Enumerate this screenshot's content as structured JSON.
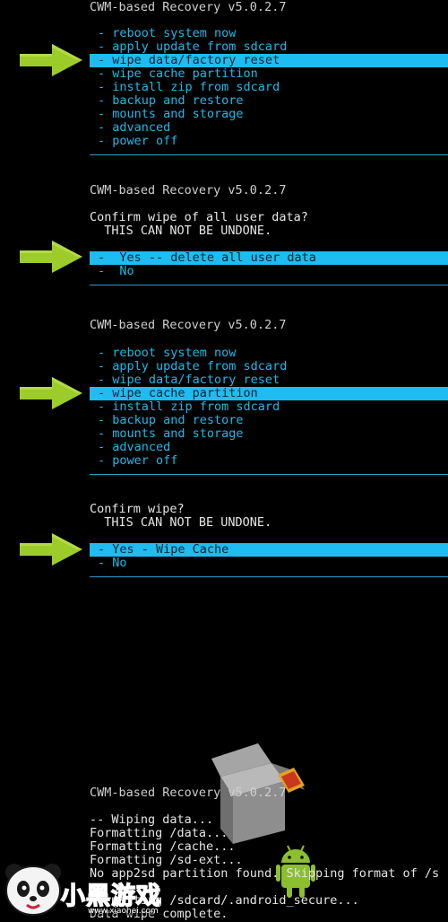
{
  "screen1": {
    "title": "CWM-based Recovery v5.0.2.7",
    "menu": [
      {
        "label": "- reboot system now",
        "selected": false
      },
      {
        "label": "- apply update from sdcard",
        "selected": false
      },
      {
        "label": "- wipe data/factory reset",
        "selected": true
      },
      {
        "label": "- wipe cache partition",
        "selected": false
      },
      {
        "label": "- install zip from sdcard",
        "selected": false
      },
      {
        "label": "- backup and restore",
        "selected": false
      },
      {
        "label": "- mounts and storage",
        "selected": false
      },
      {
        "label": "- advanced",
        "selected": false
      },
      {
        "label": "- power off",
        "selected": false
      }
    ]
  },
  "screen2": {
    "title": "CWM-based Recovery v5.0.2.7",
    "prompt_line1": "Confirm wipe of all user data?",
    "prompt_line2": "  THIS CAN NOT BE UNDONE.",
    "menu": [
      {
        "label": "-  Yes -- delete all user data",
        "selected": true
      },
      {
        "label": "-  No",
        "selected": false
      }
    ]
  },
  "screen3": {
    "title": "CWM-based Recovery v5.0.2.7",
    "menu": [
      {
        "label": "- reboot system now",
        "selected": false
      },
      {
        "label": "- apply update from sdcard",
        "selected": false
      },
      {
        "label": "- wipe data/factory reset",
        "selected": false
      },
      {
        "label": "- wipe cache partition",
        "selected": true
      },
      {
        "label": "- install zip from sdcard",
        "selected": false
      },
      {
        "label": "- backup and restore",
        "selected": false
      },
      {
        "label": "- mounts and storage",
        "selected": false
      },
      {
        "label": "- advanced",
        "selected": false
      },
      {
        "label": "- power off",
        "selected": false
      }
    ]
  },
  "screen4": {
    "prompt_line1": "Confirm wipe?",
    "prompt_line2": "  THIS CAN NOT BE UNDONE.",
    "menu": [
      {
        "label": "- Yes - Wipe Cache",
        "selected": true
      },
      {
        "label": "- No",
        "selected": false
      }
    ]
  },
  "screen5": {
    "title": "CWM-based Recovery v5.0.2.7",
    "log": [
      "-- Wiping data...",
      "Formatting /data...",
      "Formatting /cache...",
      "Formatting /sd-ext...",
      "No app2sd partition found. Skipping format of /s",
      "Formatting /sdcard/.android_secure...",
      "Data wipe complete."
    ]
  },
  "watermark": {
    "brand": "小黑游戏",
    "url": "www.xiaohei.com"
  },
  "colors": {
    "background": "#000000",
    "menu_text": "#21b8e8",
    "highlight": "#1ebcf0",
    "arrow": "#9ccc2a",
    "android_green": "#8cbf30"
  }
}
